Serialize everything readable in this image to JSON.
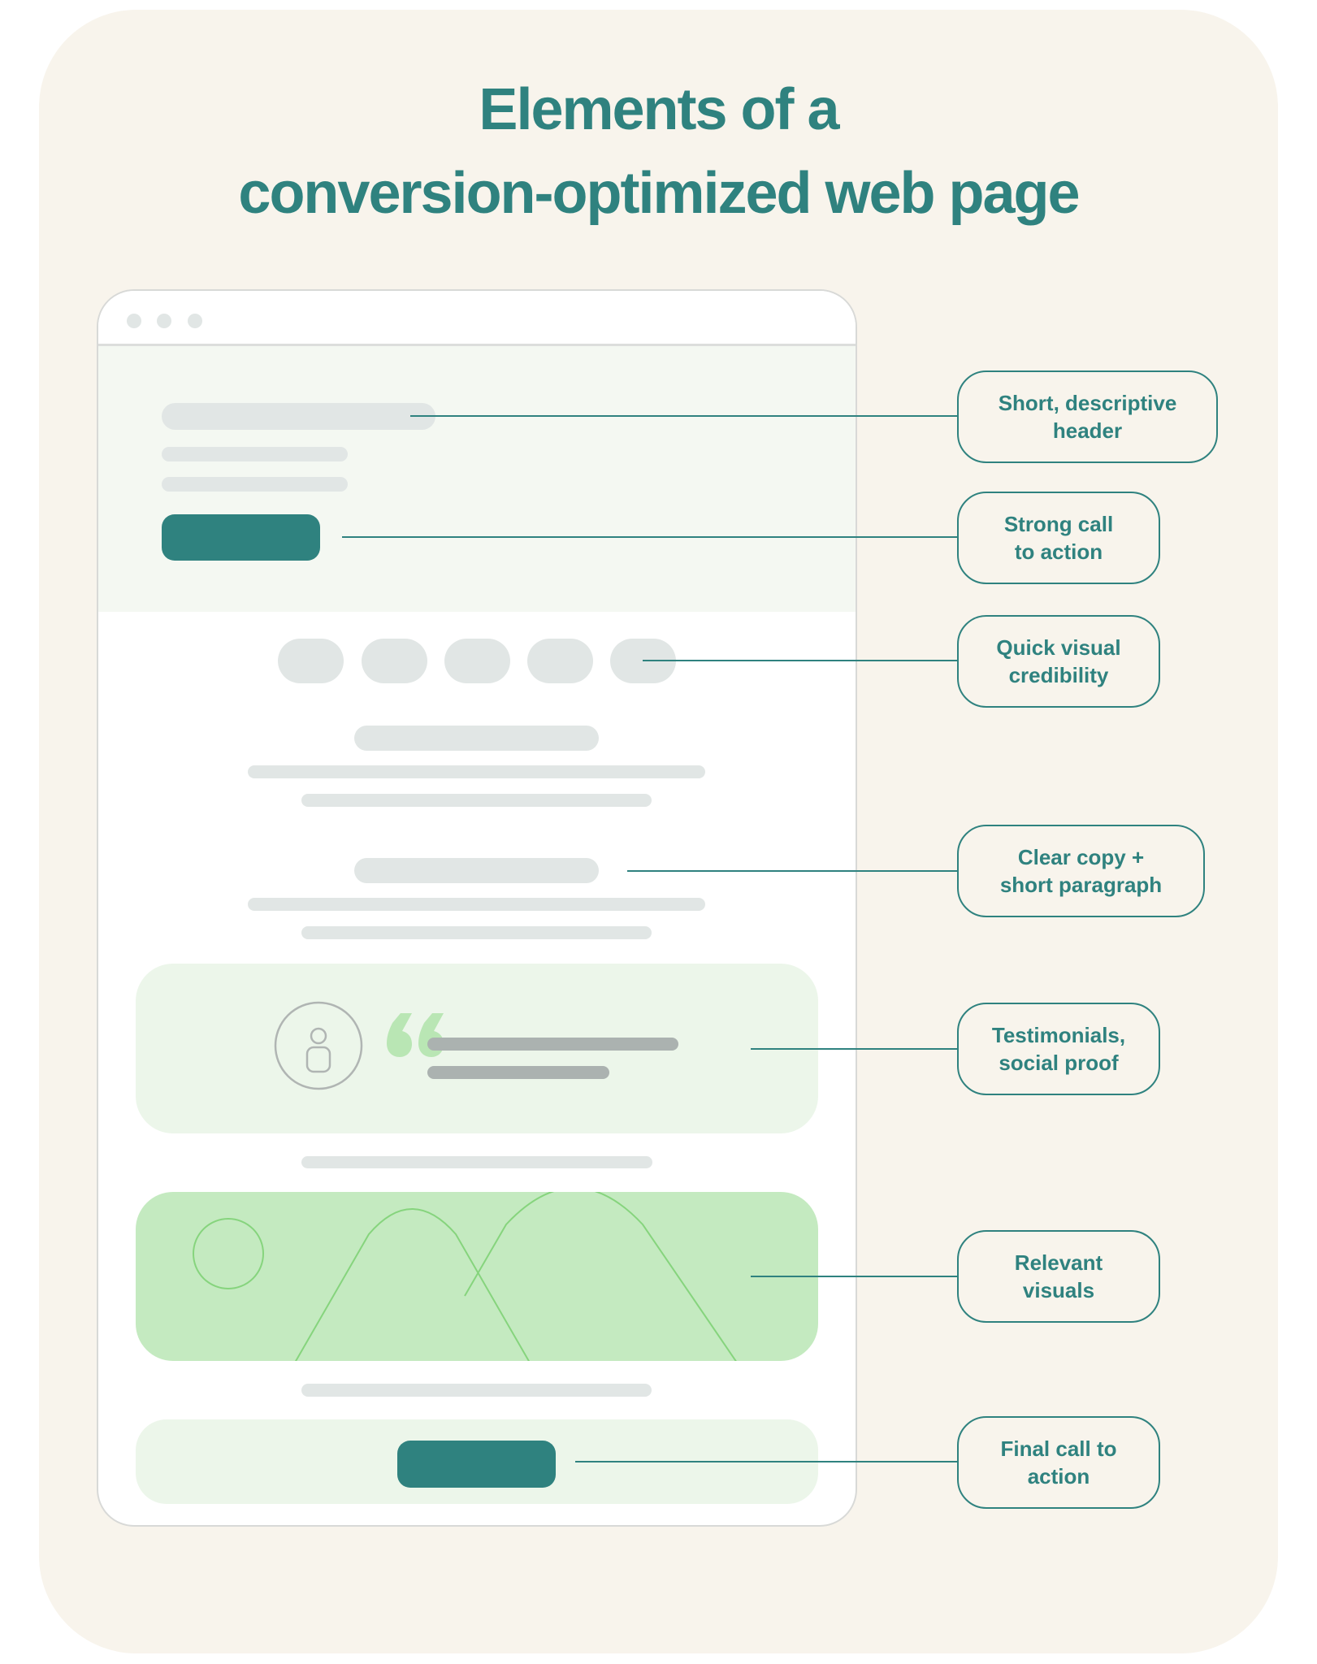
{
  "title": {
    "line1": "Elements of a",
    "line2": "conversion-optimized web page"
  },
  "colors": {
    "background": "#f8f4ec",
    "accent": "#2f827f",
    "placeholder": "#e1e6e5",
    "hero_bg": "#f4f8f2",
    "light_green": "#ecf6ea",
    "visual_green": "#c4eac0",
    "visual_stroke": "#86d47d",
    "quote_green": "#b9e6b4",
    "gray_text_line": "#abb2b0",
    "frame_border": "#d8d9d7"
  },
  "browser_mockup": {
    "window_dots": [
      "dot-1",
      "dot-2",
      "dot-3"
    ],
    "hero": {
      "header_placeholder": "header-bar",
      "subtext_lines": 2,
      "cta_button": "primary-cta"
    },
    "credibility_logos": 5,
    "copy_sections": 2,
    "testimonial": {
      "avatar_icon": "user-avatar-icon",
      "quote_icon": "quote-mark-icon",
      "text_lines": 2
    },
    "visual": {
      "icon": "image-placeholder-icon"
    },
    "final_cta": "final-cta-button"
  },
  "labels": [
    {
      "id": "header",
      "text": "Short, descriptive\nheader"
    },
    {
      "id": "cta",
      "text": "Strong call\nto action"
    },
    {
      "id": "credibility",
      "text": "Quick visual\ncredibility"
    },
    {
      "id": "copy",
      "text": "Clear copy +\nshort paragraph"
    },
    {
      "id": "testimonials",
      "text": "Testimonials,\nsocial proof"
    },
    {
      "id": "visuals",
      "text": "Relevant\nvisuals"
    },
    {
      "id": "final_cta",
      "text": "Final call to\naction"
    }
  ]
}
